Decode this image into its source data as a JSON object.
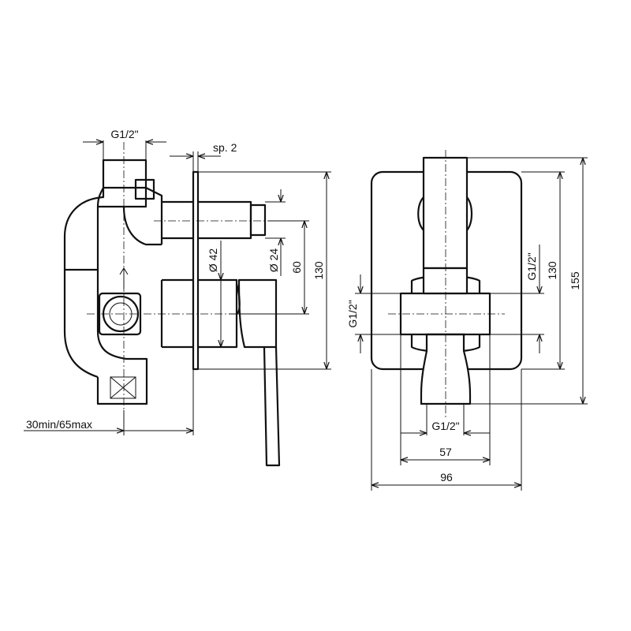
{
  "dimensions": {
    "side": {
      "thread_top": "G1/2\"",
      "plate_thickness": "sp. 2",
      "diameter_42": "Ø 42",
      "diameter_24": "Ø 24",
      "spacing_60": "60",
      "height_130": "130",
      "wall_depth": "30min/65max"
    },
    "front": {
      "thread_left": "G1/2\"",
      "thread_right": "G1/2\"",
      "thread_bottom": "G1/2\"",
      "height_130": "130",
      "height_155": "155",
      "width_57": "57",
      "width_96": "96"
    }
  }
}
